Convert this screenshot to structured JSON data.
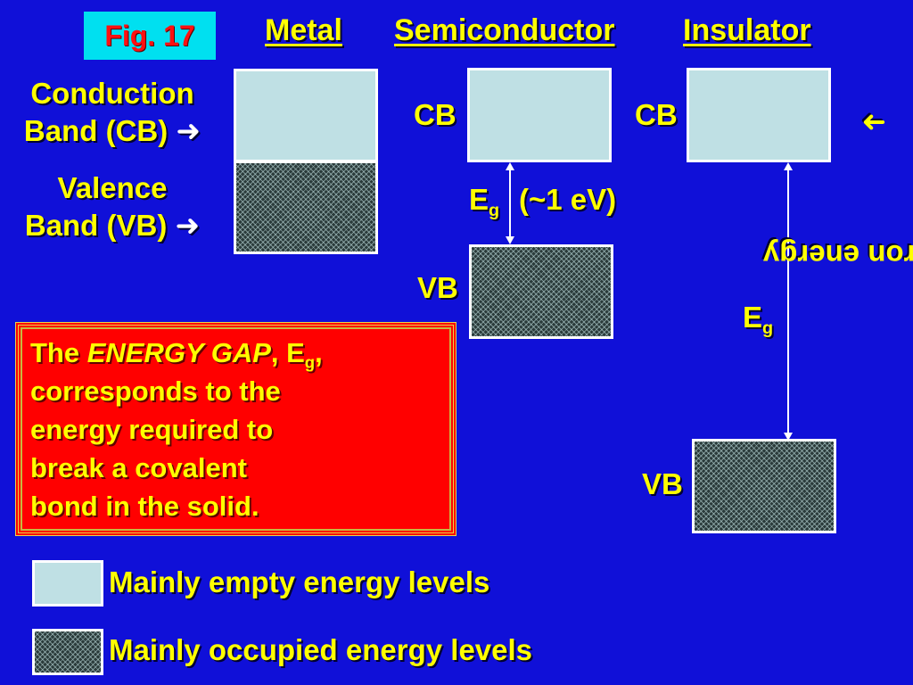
{
  "figure_label": "Fig. 17",
  "headings": {
    "metal": "Metal",
    "semiconductor": "Semiconductor",
    "insulator": "Insulator"
  },
  "metal": {
    "cb_label_line1": "Conduction",
    "cb_label_line2": "Band (CB)",
    "vb_label_line1": "Valence",
    "vb_label_line2": "Band (VB)",
    "arrow_glyph": "➜"
  },
  "semiconductor": {
    "cb_tag": "CB",
    "vb_tag": "VB",
    "gap_symbol": "E",
    "gap_subscript": "g",
    "gap_value": "(~1 eV)"
  },
  "insulator": {
    "cb_tag": "CB",
    "vb_tag": "VB",
    "gap_symbol": "E",
    "gap_subscript": "g"
  },
  "axis_label": "Electron energy",
  "axis_arrow_glyph": "➜",
  "note": {
    "pre": "The ",
    "emphasis": "ENERGY GAP",
    "mid": ", E",
    "subscript": "g",
    "post": ",",
    "line2": "corresponds to the",
    "line3": "energy required to",
    "line4": "break a covalent",
    "line5": "bond in the solid."
  },
  "legend": [
    {
      "type": "empty",
      "label": "Mainly empty energy levels"
    },
    {
      "type": "occupied",
      "label": "Mainly occupied energy levels"
    }
  ],
  "colors": {
    "background": "#1010d8",
    "text": "#ffff00",
    "figure_label_bg": "#00e0f0",
    "figure_label_text": "#ff1010",
    "empty_band": "#bfe0e4",
    "occupied_band": "#2a3a3a",
    "note_bg": "#ff0000"
  }
}
